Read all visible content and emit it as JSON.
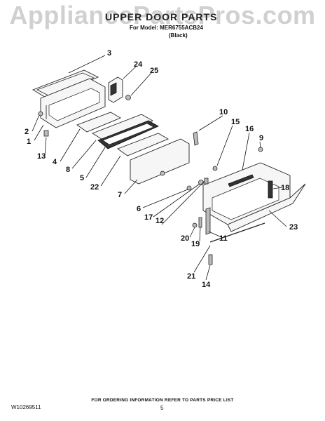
{
  "watermark": "AppliancePartsPros.com",
  "title": "UPPER DOOR PARTS",
  "model_line": "For Model: MER6755ACB24",
  "color_line": "(Black)",
  "callouts": [
    "3",
    "24",
    "25",
    "2",
    "1",
    "13",
    "4",
    "8",
    "5",
    "22",
    "7",
    "6",
    "10",
    "15",
    "16",
    "9",
    "18",
    "17",
    "12",
    "23",
    "11",
    "20",
    "19",
    "21",
    "14"
  ],
  "footer": {
    "doc_number": "W10269511",
    "ordering_note": "FOR ORDERING INFORMATION REFER TO PARTS PRICE LIST",
    "page": "5"
  }
}
